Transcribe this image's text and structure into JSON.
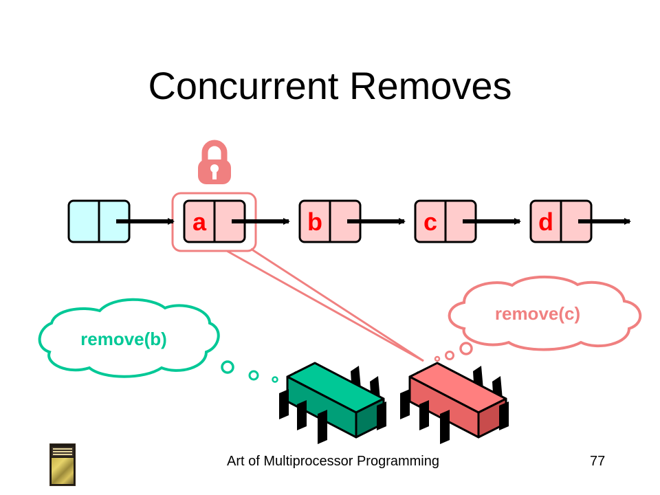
{
  "title": "Concurrent Removes",
  "footer": {
    "text": "Art of Multiprocessor Programming",
    "page": "77"
  },
  "nodes": [
    {
      "id": "sentinel",
      "label": "",
      "fill": "#ccffff"
    },
    {
      "id": "a",
      "label": "a",
      "fill": "#ffcccc"
    },
    {
      "id": "b",
      "label": "b",
      "fill": "#ffcccc"
    },
    {
      "id": "c",
      "label": "c",
      "fill": "#ffcccc"
    },
    {
      "id": "d",
      "label": "d",
      "fill": "#ffcccc"
    }
  ],
  "bubbles": {
    "left": {
      "text": "remove(b)",
      "color": "#00c896"
    },
    "right": {
      "text": "remove(c)",
      "color": "#f08080"
    }
  },
  "colors": {
    "label": "#ff0000",
    "lock": "#f08080",
    "thread_green": "#00c896",
    "thread_red": "#ff7f7f",
    "lock_ring": "#f08080"
  },
  "icons": {
    "lock": "lock-icon",
    "book": "book-cover-icon"
  }
}
